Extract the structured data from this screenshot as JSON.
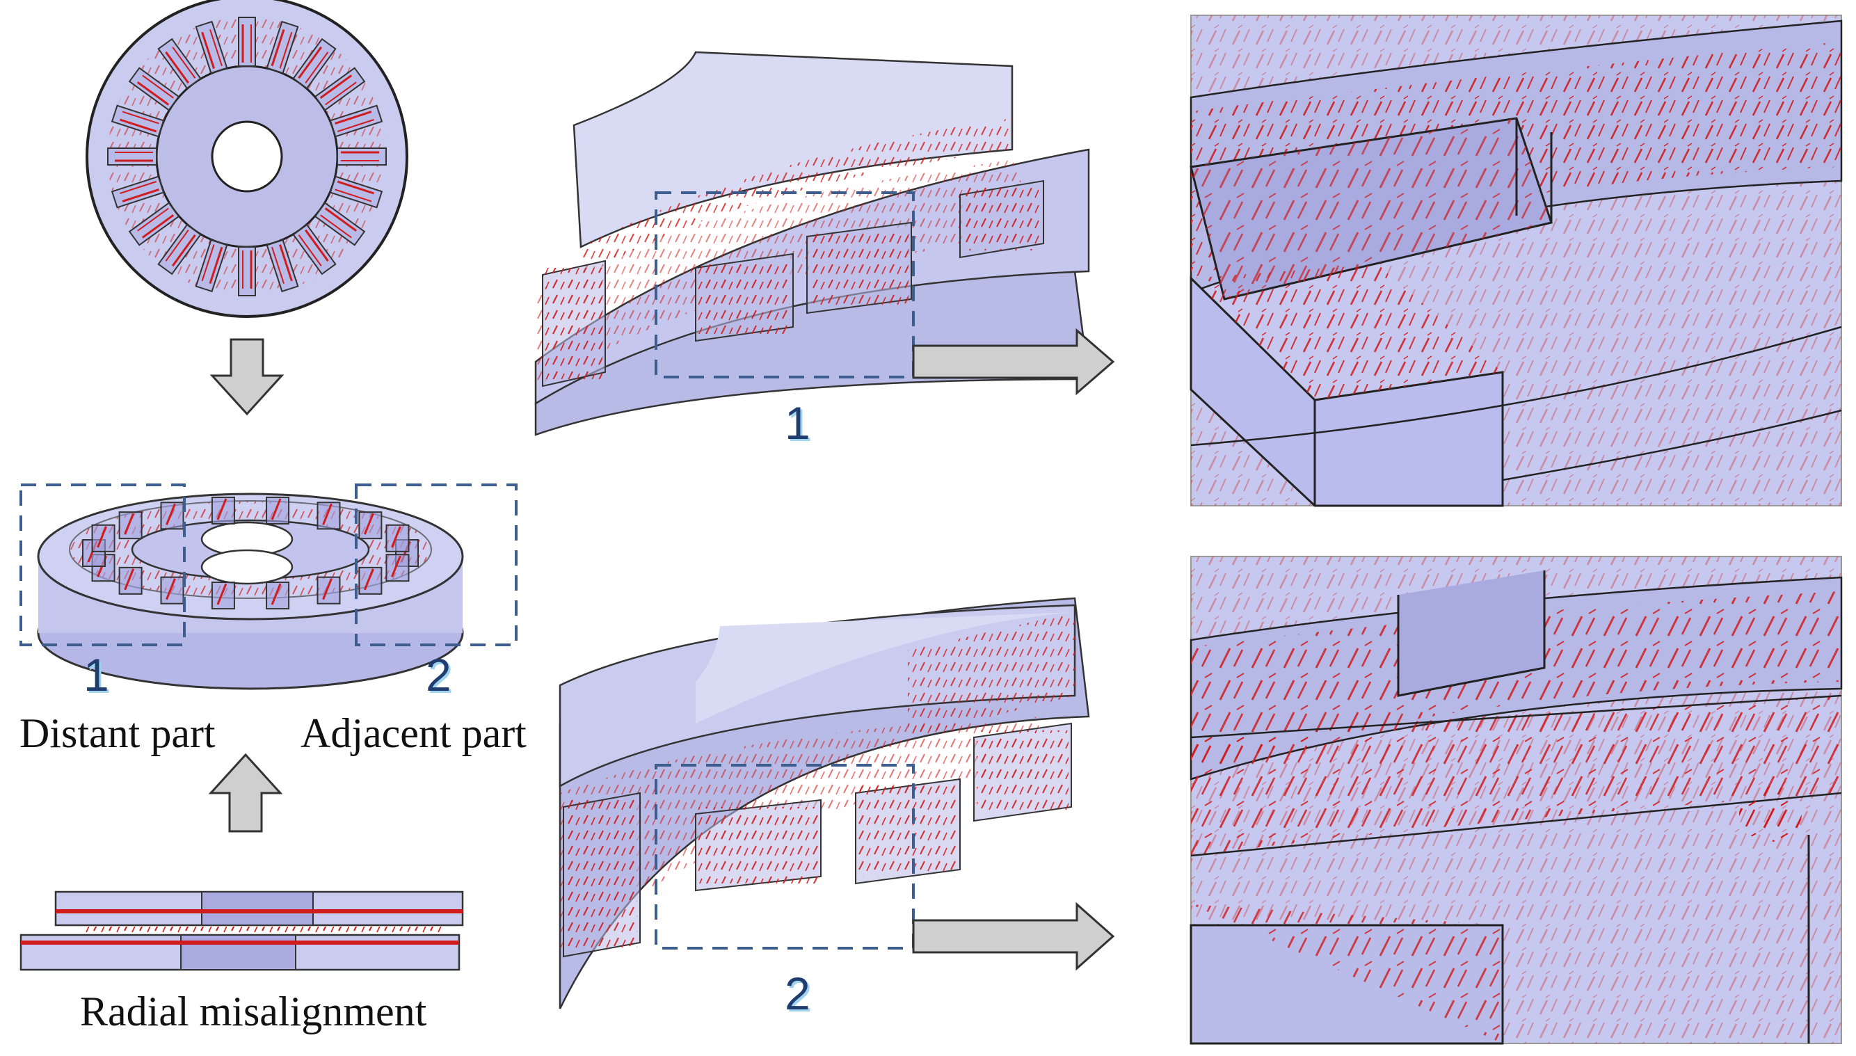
{
  "labels": {
    "distant_part": "Distant part",
    "adjacent_part": "Adjacent part",
    "radial_misalignment": "Radial misalignment",
    "region_1": "1",
    "region_2": "2",
    "callout_1": "1",
    "callout_2": "2"
  },
  "colors": {
    "body_fill": "#c9cbef",
    "body_dark": "#a9abe0",
    "field_arrows": "#d01c1c",
    "dashed_box": "#3d5e8f",
    "arrow_fill": "#cfcfcf",
    "outline": "#222222"
  }
}
